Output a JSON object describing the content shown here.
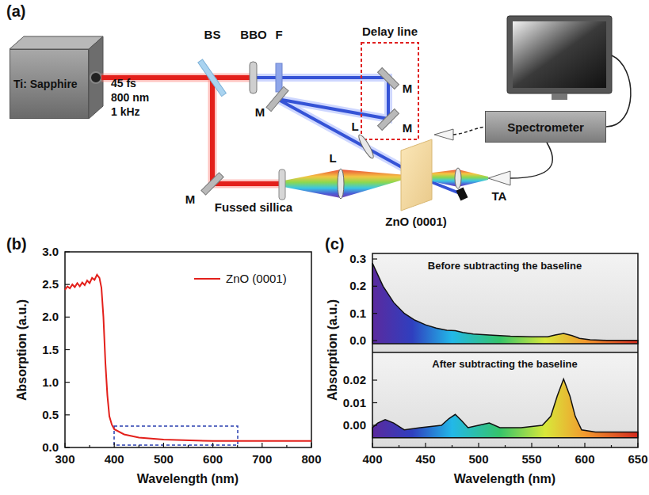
{
  "diagram": {
    "nodes": [
      {
        "text": [
          "Ti: Sapphire"
        ]
      },
      {
        "text": [
          "Spectrometer"
        ]
      }
    ],
    "labels": [
      "(a)",
      "45 fs",
      "800 nm",
      "1 kHz",
      "BS",
      "BBO",
      "F",
      "Delay line",
      "M",
      "M",
      "M",
      "M",
      "L",
      "Fussed sillica",
      "L",
      "ZnO (0001)",
      "TA",
      "(b)",
      "3.0",
      "2.5",
      "2.0",
      "1.5",
      "1.0",
      "0.5",
      "0.0",
      "300",
      "400",
      "500",
      "600",
      "700",
      "800",
      "Absorption (a.u.)",
      "Wavelength (nm)",
      "(c)",
      "0.3",
      "0.2",
      "0.1",
      "0.0",
      "Before subtracting the baseline",
      "0.02",
      "0.01",
      "0.00",
      "After subtracting the baseline",
      "400",
      "450",
      "500",
      "550",
      "600",
      "650",
      "Absorption (a.u.)",
      "Wavelength (nm)"
    ],
    "legend": [
      {
        "text": "ZnO (0001)"
      }
    ]
  }
}
